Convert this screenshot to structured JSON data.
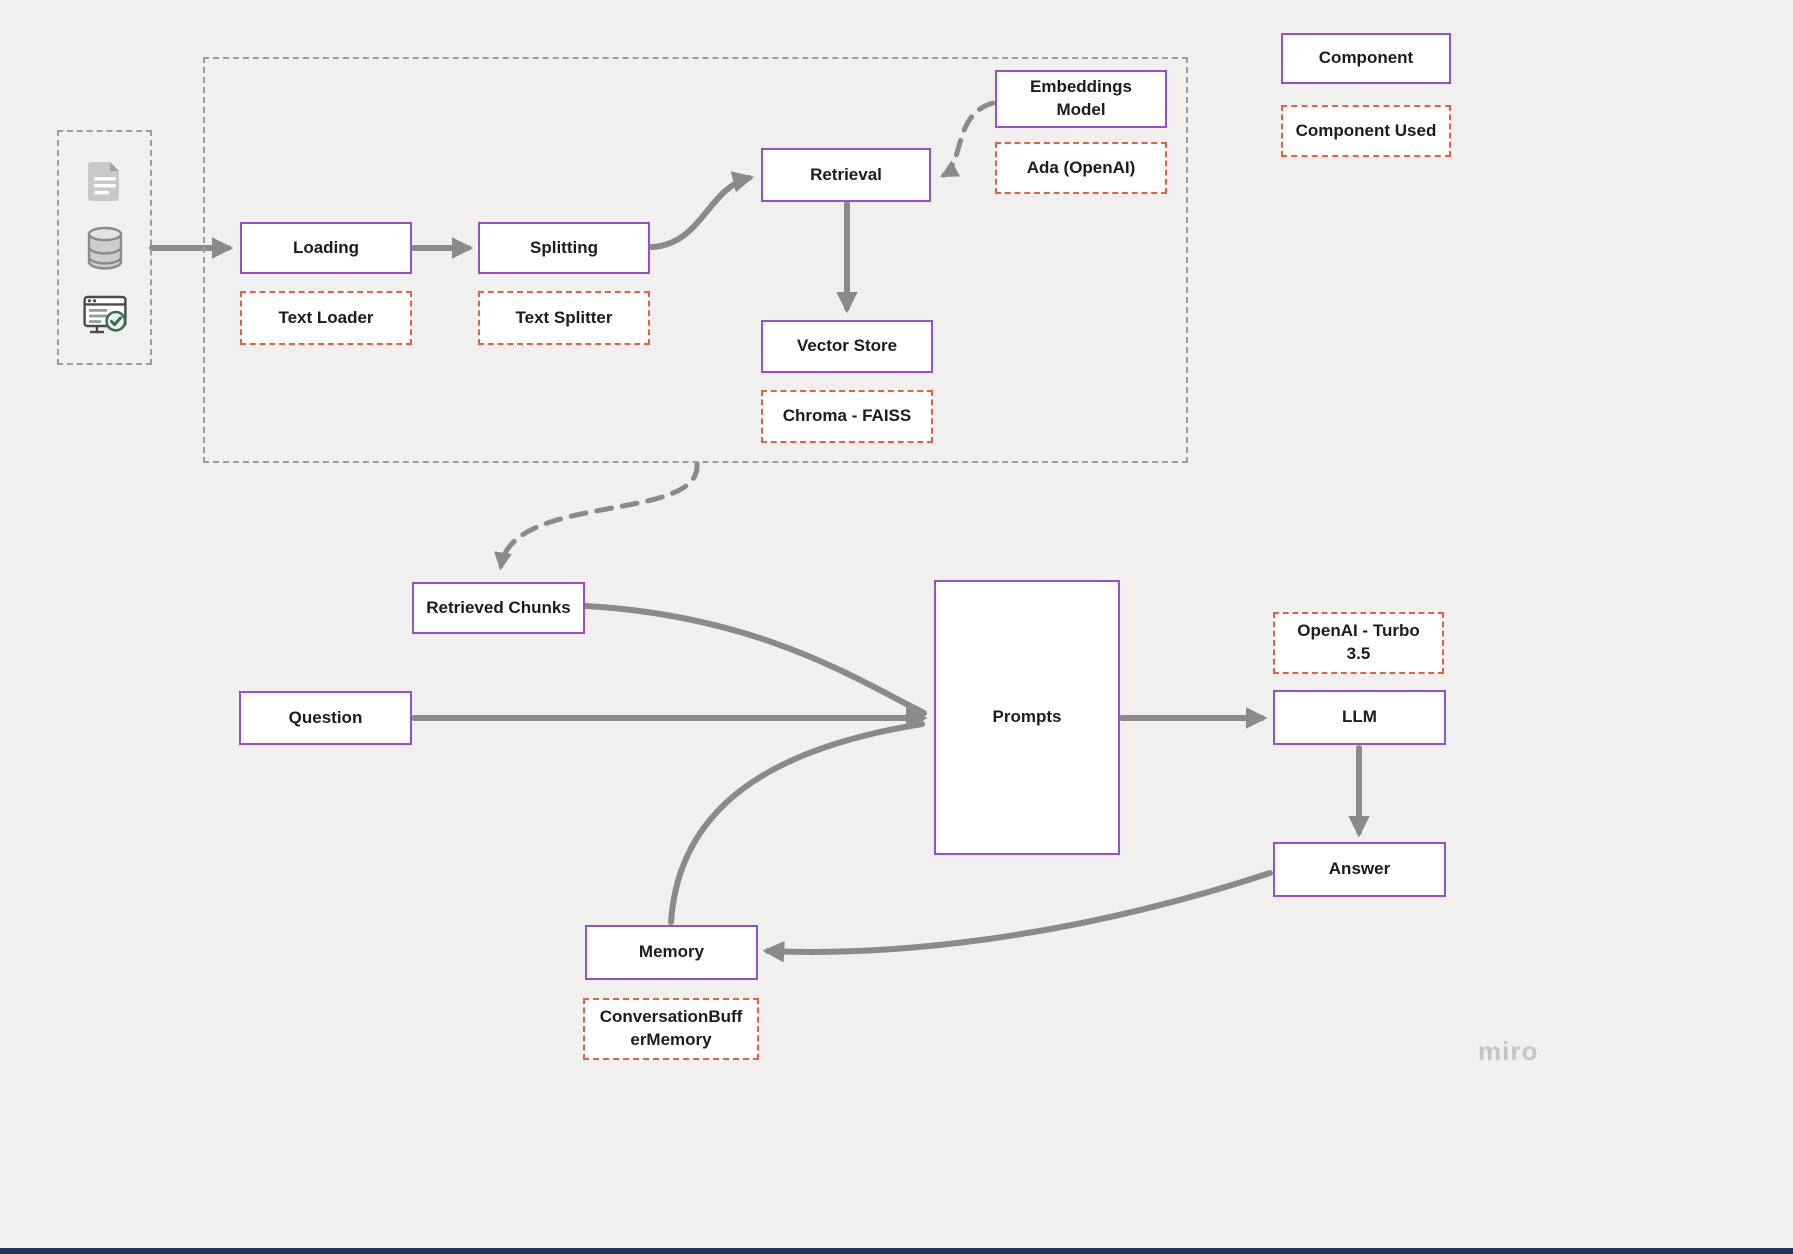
{
  "app": {
    "watermark": "miro"
  },
  "colors": {
    "background": "#f0f0ee",
    "component_border": "#9b4dca",
    "component_used_border": "#e8613a",
    "arrow": "#8a8a8a",
    "container_border": "#9e9e9e",
    "bottom_bar": "#26335d"
  },
  "legend": {
    "component": "Component",
    "component_used": "Component Used"
  },
  "nodes": {
    "loading": "Loading",
    "text_loader": "Text Loader",
    "splitting": "Splitting",
    "text_splitter": "Text Splitter",
    "retrieval": "Retrieval",
    "embeddings_model": "Embeddings Model",
    "ada_openai": "Ada (OpenAI)",
    "vector_store": "Vector Store",
    "chroma_faiss": "Chroma - FAISS",
    "retrieved_chunks": "Retrieved Chunks",
    "question": "Question",
    "prompts": "Prompts",
    "openai_turbo": "OpenAI - Turbo 3.5",
    "llm": "LLM",
    "answer": "Answer",
    "memory": "Memory",
    "conversation_buffer_memory": "ConversationBufferMemory"
  },
  "icons": {
    "sources": [
      "document-icon",
      "database-icon",
      "web-check-icon"
    ]
  }
}
